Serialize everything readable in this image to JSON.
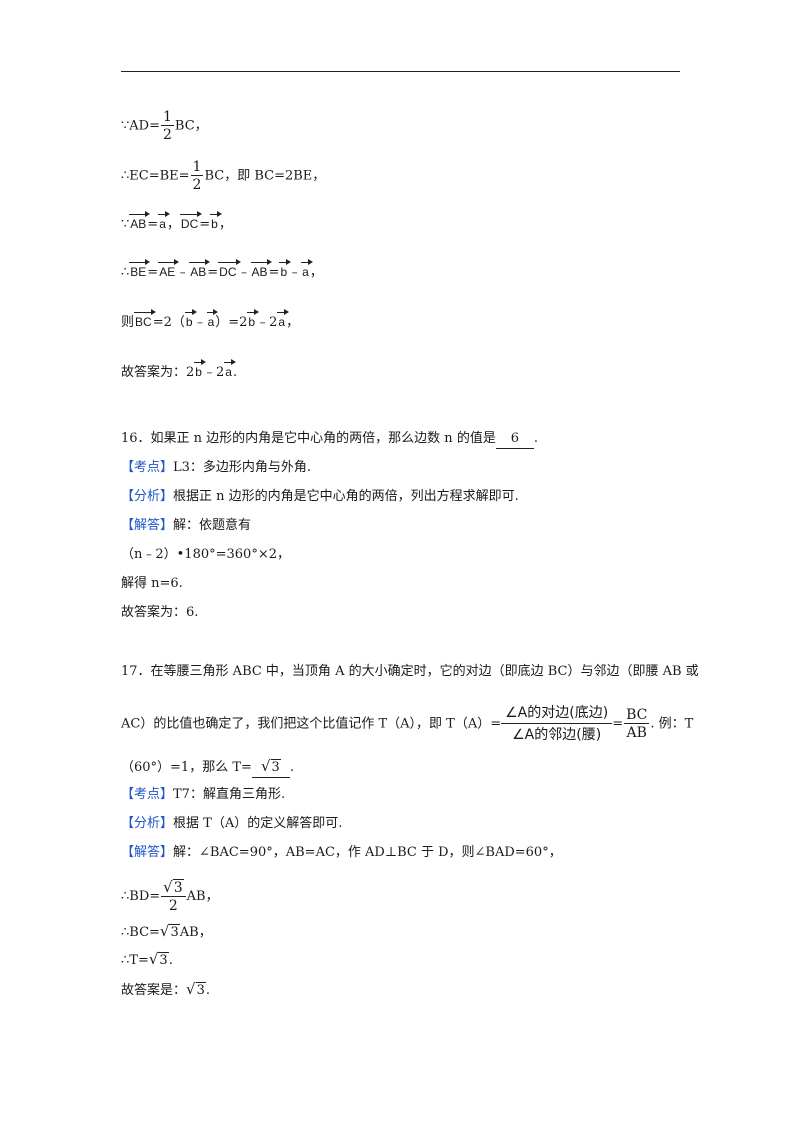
{
  "prev": {
    "l1_pre": "∵AD=",
    "l1_num": "1",
    "l1_den": "2",
    "l1_post": "BC，",
    "l2_pre": "∴EC=BE=",
    "l2_num": "1",
    "l2_den": "2",
    "l2_post": "BC，即 BC=2BE，",
    "l3_pre": "∵",
    "vec_AB": "AB",
    "eq": "=",
    "vec_a": "a",
    "comma": "，",
    "vec_DC": "DC",
    "vec_b": "b",
    "l4_pre": "∴",
    "vec_BE": "BE",
    "vec_AE": "AE",
    "minus": "﹣",
    "l5_pre": "则",
    "vec_BC": "BC",
    "l5_mid1": "=2（",
    "l5_mid2": "）=2",
    "l5_mid3": "﹣2",
    "l6_pre": "故答案为：2",
    "l6_mid": "﹣2",
    "period": "."
  },
  "q16": {
    "stem": "16．如果正 n 边形的内角是它中心角的两倍，那么边数 n 的值是",
    "answer": "6",
    "stem_end": ".",
    "kaodian_tag": "【考点】",
    "kaodian": "L3：多边形内角与外角.",
    "fenxi_tag": "【分析】",
    "fenxi": "根据正 n 边形的内角是它中心角的两倍，列出方程求解即可.",
    "jieda_tag": "【解答】",
    "jieda": "解：依题意有",
    "eq1": "（n﹣2）•180°=360°×2，",
    "eq2": "解得 n=6.",
    "final": "故答案为：6."
  },
  "q17": {
    "stem1": "17．在等腰三角形 ABC 中，当顶角 A 的大小确定时，它的对边（即底边 BC）与邻边（即腰 AB 或",
    "stem2_pre": "AC）的比值也确定了，我们把这个比值记作 T（A），即 T（A）=",
    "def_num": "∠A的对边(底边)",
    "def_den": "∠A的邻边(腰)",
    "eq_sign": "=",
    "bc": "BC",
    "ab": "AB",
    "stem2_post": ". 例：T",
    "stem3_pre": "（60°）=1，那么 T=",
    "sqrt_sym": "√",
    "three": "3",
    "stem3_post": ".",
    "kaodian_tag": "【考点】",
    "kaodian": "T7：解直角三角形.",
    "fenxi_tag": "【分析】",
    "fenxi": "根据 T（A）的定义解答即可.",
    "jieda_tag": "【解答】",
    "jieda": "解：∠BAC=90°，AB=AC，作 AD⊥BC 于 D，则∠BAD=60°，",
    "s1_pre": "∴BD=",
    "s1_post": "AB，",
    "s1_den": "2",
    "s2_pre": "∴BC=",
    "s2_post": "AB，",
    "s3_pre": "∴T=",
    "s3_post": ".",
    "final_pre": "故答案是：",
    "final_post": "."
  }
}
